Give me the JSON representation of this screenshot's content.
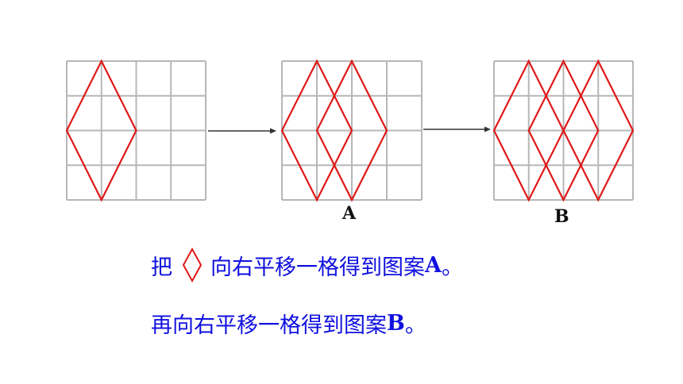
{
  "patterns": [
    {
      "id": "start",
      "label": "",
      "rhombus_offsets": [
        0
      ]
    },
    {
      "id": "A",
      "label": "A",
      "rhombus_offsets": [
        0,
        1
      ]
    },
    {
      "id": "B",
      "label": "B",
      "rhombus_offsets": [
        0,
        1,
        2
      ]
    }
  ],
  "grid": {
    "rows": 4,
    "cols": 4
  },
  "colors": {
    "grid": "#b7b7b7",
    "rhombus": "#e01818",
    "text": "#1010e0",
    "arrow": "#333333"
  },
  "captions": {
    "line1": {
      "before": "把",
      "icon": "rhombus-icon",
      "after": "向右平移一格得到图案",
      "letter": "A",
      "end": "。"
    },
    "line2": {
      "text": "再向右平移一格得到图案",
      "letter": "B",
      "end": "。"
    }
  }
}
